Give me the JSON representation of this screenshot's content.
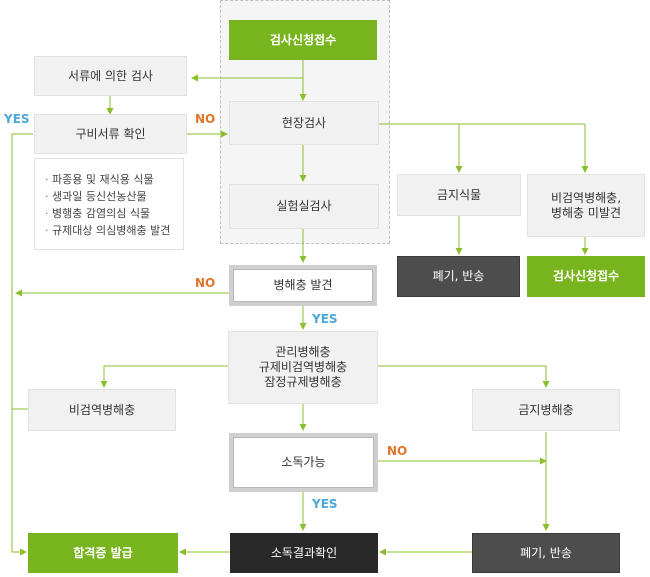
{
  "nodes": {
    "inspection_request_top": "검사신청접수",
    "document_inspection": "서류에 의한 검사",
    "document_check": "구비서류 확인",
    "site_inspection": "현장검사",
    "lab_inspection": "실험실검사",
    "prohibited_plant": "금지식물",
    "non_quarantine_pest_not_found": "비검역병해충,\n병해충 미발견",
    "discard_return_top": "폐기, 반송",
    "inspection_request_right": "검사신청접수",
    "pest_found": "병해충 발견",
    "pest_categories": "관리병해충\n규제비검역병해충\n잠정규제병해충",
    "non_quarantine_pest": "비검역병해충",
    "prohibited_pest": "금지병해충",
    "disinfection_possible": "소독가능",
    "certificate_issue": "합격증 발급",
    "disinfection_result_check": "소독결과확인",
    "discard_return_bottom": "폐기, 반송"
  },
  "notes": [
    "파종용 및 재식용 식물",
    "생과일 등신선농산물",
    "병행충 감염의심 식물",
    "규제대상 의심병해충 발견"
  ],
  "labels": {
    "yes_left": "YES",
    "no_top": "NO",
    "no_pest": "NO",
    "yes_pest": "YES",
    "no_disinfect": "NO",
    "yes_disinfect": "YES"
  },
  "colors": {
    "connector": "#8cbf2f",
    "green_box": "#78b41e",
    "yes": "#4aa7d8",
    "no": "#e0762b"
  }
}
